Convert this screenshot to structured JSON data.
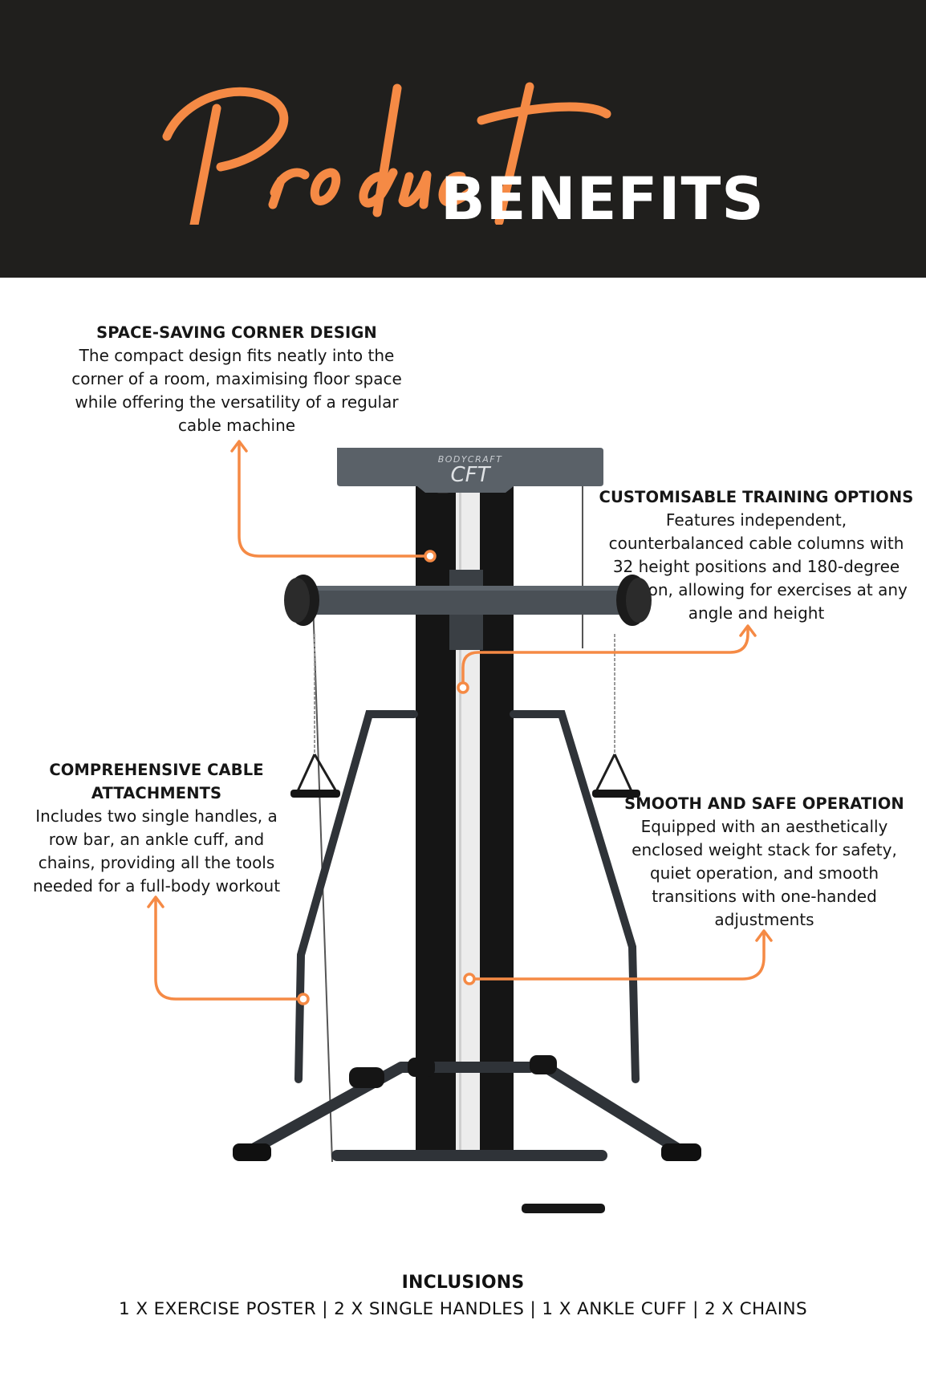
{
  "header": {
    "title_script": "Product",
    "title_bold": "BENEFITS",
    "background_color": "#201f1d",
    "accent_color": "#f58a45"
  },
  "benefits": [
    {
      "title": "SPACE-SAVING CORNER DESIGN",
      "lines": [
        "The compact design fits neatly into the",
        "corner of a room, maximising floor space",
        "while offering the versatility of a regular",
        "cable machine"
      ]
    },
    {
      "title": "CUSTOMISABLE TRAINING OPTIONS",
      "lines": [
        "Features independent,",
        "counterbalanced cable columns with",
        "32 height positions and 180-degree",
        "rotation, allowing for exercises at any",
        "angle and height"
      ]
    },
    {
      "title_lines": [
        "COMPREHENSIVE CABLE",
        "ATTACHMENTS"
      ],
      "lines": [
        "Includes two single handles, a",
        "row bar, an ankle cuff, and",
        "chains, providing all the tools",
        "needed for a full-body workout"
      ]
    },
    {
      "title": "SMOOTH AND SAFE OPERATION",
      "lines": [
        "Equipped with an aesthetically",
        "enclosed weight stack for safety,",
        "quiet operation, and smooth",
        "transitions with one-handed",
        "adjustments"
      ]
    }
  ],
  "product": {
    "brand": "BODYCRAFT",
    "model": "CFT"
  },
  "inclusions": {
    "title": "INCLUSIONS",
    "items": "1 X EXERCISE POSTER | 2 X SINGLE HANDLES | 1 X ANKLE CUFF | 2 X CHAINS"
  }
}
